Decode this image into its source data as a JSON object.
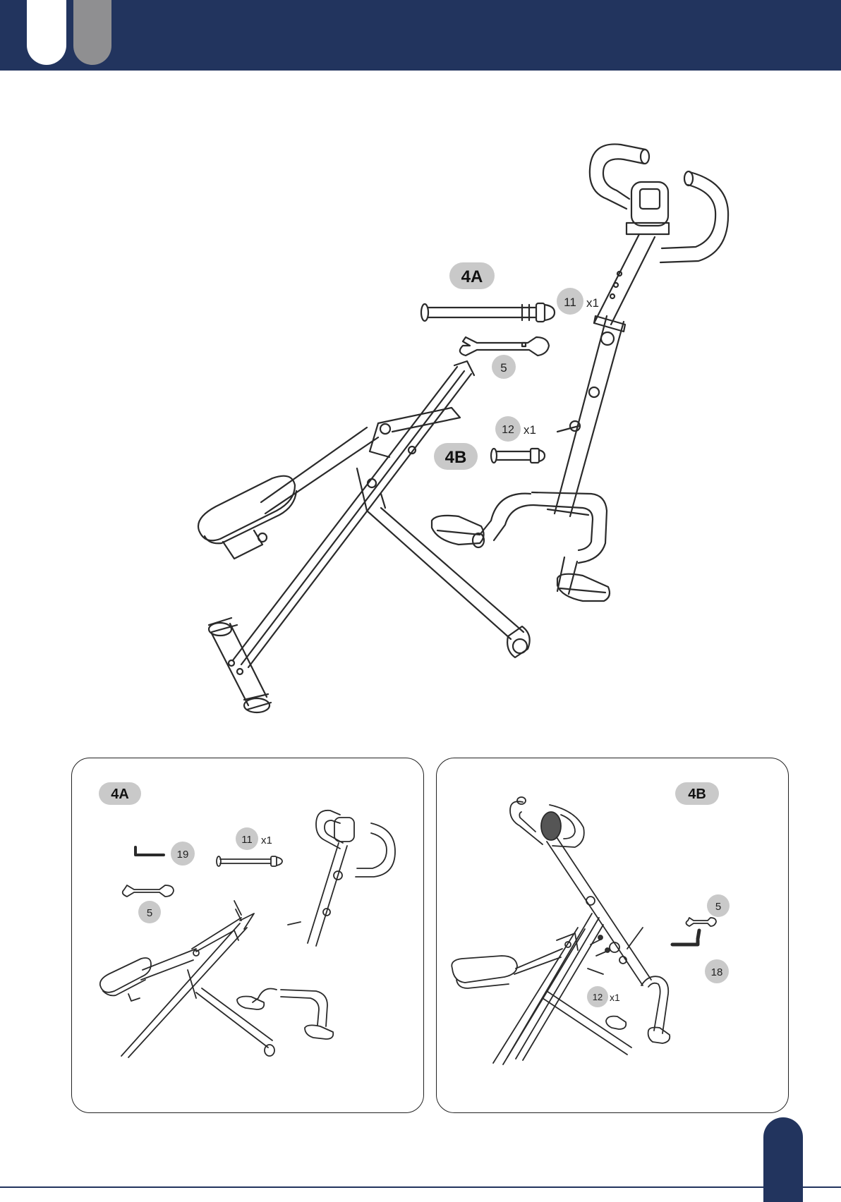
{
  "main": {
    "step_4a": "4A",
    "step_4b": "4B",
    "part_11": {
      "number": "11",
      "qty": "x1"
    },
    "part_5": {
      "number": "5"
    },
    "part_12": {
      "number": "12",
      "qty": "x1"
    }
  },
  "panel_a": {
    "label": "4A",
    "part_19": "19",
    "part_11": {
      "number": "11",
      "qty": "x1"
    },
    "part_5": "5"
  },
  "panel_b": {
    "label": "4B",
    "part_5": "5",
    "part_18": "18",
    "part_12": {
      "number": "12",
      "qty": "x1"
    }
  },
  "colors": {
    "header": "#22345e",
    "badge": "#c9c9c9",
    "tab_grey": "#8f8f91"
  }
}
